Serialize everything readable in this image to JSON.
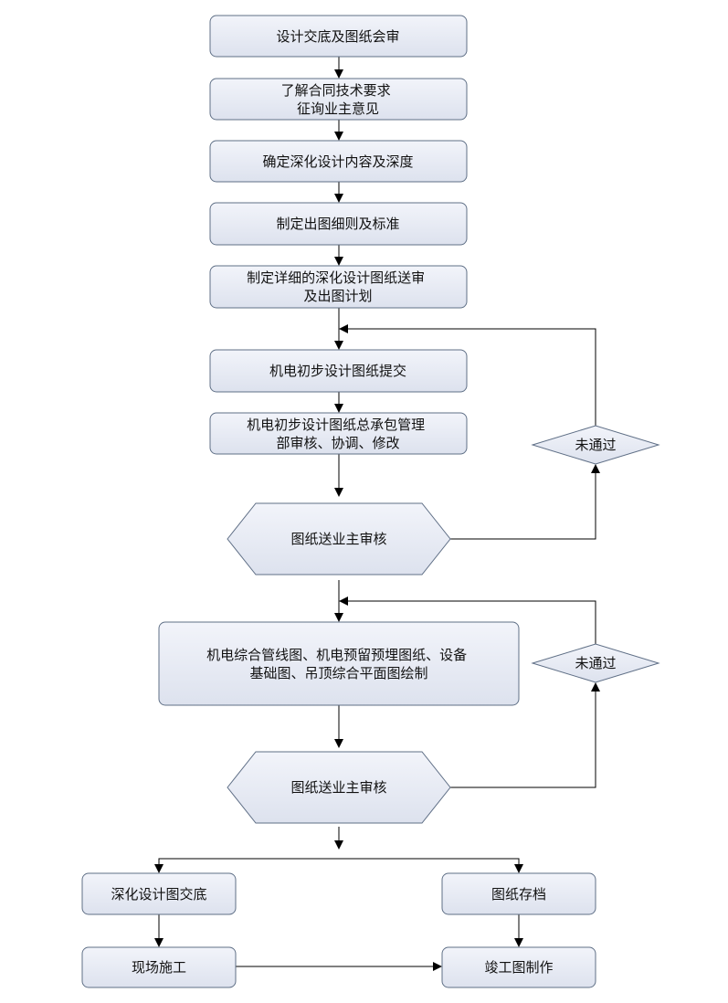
{
  "diagram": {
    "type": "flowchart",
    "nodes": {
      "n1": {
        "shape": "rect",
        "lines": [
          "设计交底及图纸会审"
        ]
      },
      "n2": {
        "shape": "rect",
        "lines": [
          "了解合同技术要求",
          "征询业主意见"
        ]
      },
      "n3": {
        "shape": "rect",
        "lines": [
          "确定深化设计内容及深度"
        ]
      },
      "n4": {
        "shape": "rect",
        "lines": [
          "制定出图细则及标准"
        ]
      },
      "n5": {
        "shape": "rect",
        "lines": [
          "制定详细的深化设计图纸送审",
          "及出图计划"
        ]
      },
      "n6": {
        "shape": "rect",
        "lines": [
          "机电初步设计图纸提交"
        ]
      },
      "n7": {
        "shape": "rect",
        "lines": [
          "机电初步设计图纸总承包管理",
          "部审核、协调、修改"
        ]
      },
      "d1": {
        "shape": "diamond",
        "lines": [
          "图纸送业主审核"
        ]
      },
      "r1": {
        "shape": "diamond",
        "lines": [
          "未通过"
        ]
      },
      "n8": {
        "shape": "rect",
        "lines": [
          "机电综合管线图、机电预留预埋图纸、设备",
          "基础图、吊顶综合平面图绘制"
        ]
      },
      "d2": {
        "shape": "diamond",
        "lines": [
          "图纸送业主审核"
        ]
      },
      "r2": {
        "shape": "diamond",
        "lines": [
          "未通过"
        ]
      },
      "n9": {
        "shape": "rect",
        "lines": [
          "深化设计图交底"
        ]
      },
      "n10": {
        "shape": "rect",
        "lines": [
          "图纸存档"
        ]
      },
      "n11": {
        "shape": "rect",
        "lines": [
          "现场施工"
        ]
      },
      "n12": {
        "shape": "rect",
        "lines": [
          "竣工图制作"
        ]
      }
    },
    "edges": [
      {
        "from": "n1",
        "to": "n2"
      },
      {
        "from": "n2",
        "to": "n3"
      },
      {
        "from": "n3",
        "to": "n4"
      },
      {
        "from": "n4",
        "to": "n5"
      },
      {
        "from": "n5",
        "to": "n6"
      },
      {
        "from": "n6",
        "to": "n7"
      },
      {
        "from": "n7",
        "to": "d1"
      },
      {
        "from": "d1",
        "to": "r1"
      },
      {
        "from": "r1",
        "to": "n6"
      },
      {
        "from": "d1",
        "to": "n8"
      },
      {
        "from": "n8",
        "to": "d2"
      },
      {
        "from": "d2",
        "to": "r2"
      },
      {
        "from": "r2",
        "to": "n8"
      },
      {
        "from": "d2",
        "to": "n9"
      },
      {
        "from": "d2",
        "to": "n10"
      },
      {
        "from": "n9",
        "to": "n11"
      },
      {
        "from": "n10",
        "to": "n12"
      },
      {
        "from": "n11",
        "to": "n12"
      }
    ]
  }
}
